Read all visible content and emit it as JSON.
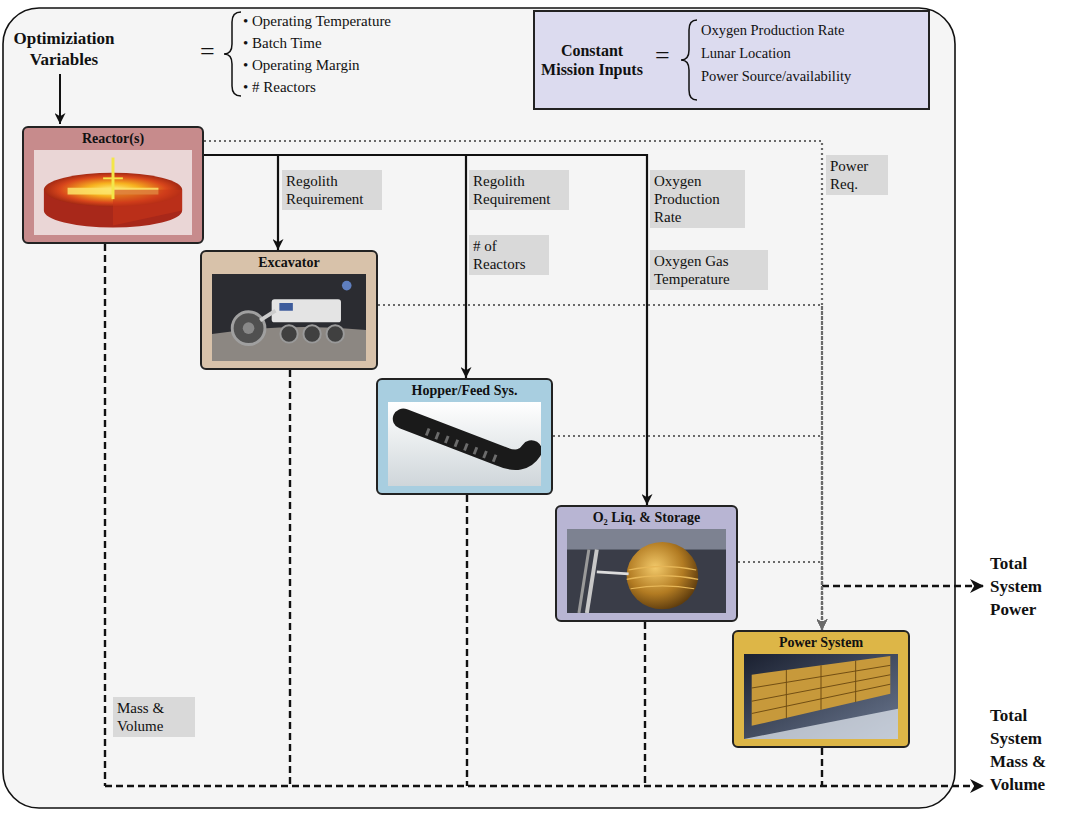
{
  "diagram": {
    "nodes": [
      {
        "text": [
          "Constant Mission Inputs",
          "=",
          "Oxygen Production Rate",
          "Lunar Location",
          "Power Source/availability"
        ]
      },
      {
        "text": [
          "Reactor(s)"
        ]
      },
      {
        "text": [
          "Excavator"
        ]
      },
      {
        "text": [
          "Hopper/Feed Sys."
        ]
      },
      {
        "text": [
          "O₂ Liq. & Storage"
        ]
      },
      {
        "text": [
          "Power System"
        ]
      }
    ],
    "edges": [
      {
        "from": 1,
        "to": 2,
        "arrow": "to",
        "label": "Regolith Requirement"
      },
      {
        "from": 1,
        "to": 3,
        "arrow": "to",
        "label": "Regolith Requirement"
      },
      {
        "from": 1,
        "to": 4,
        "arrow": "to",
        "label": "Oxygen Production Rate"
      },
      {
        "from": 1,
        "to": 5,
        "arrow": "to",
        "label": "Power Req."
      },
      {
        "from": 2,
        "to": 5,
        "arrow": "to"
      },
      {
        "from": 3,
        "to": 5,
        "arrow": "to"
      },
      {
        "from": 4,
        "to": 5,
        "arrow": "to"
      }
    ],
    "labels": [
      "Optimiziation Variables",
      "=",
      "• Operating Temperature",
      "• Batch Time",
      "• Operating Margin",
      "• # Reactors",
      "# of Reactors",
      "Oxygen Gas Temperature",
      "Mass & Volume",
      "Total System Power",
      "Total System Mass & Volume"
    ]
  }
}
